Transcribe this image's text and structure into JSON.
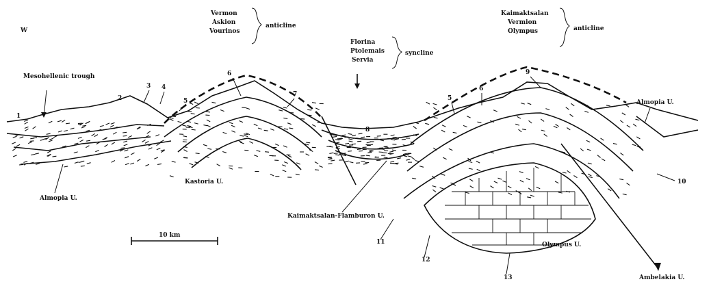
{
  "diagram": {
    "direction": "W",
    "anticline_west": {
      "names": [
        "Vermon",
        "Askion",
        "Vourinos"
      ],
      "type": "anticline"
    },
    "syncline_center": {
      "names": [
        "Florina",
        "Ptolemais",
        "Servia"
      ],
      "type": "syncline"
    },
    "anticline_east": {
      "names": [
        "Kaimaktsalan",
        "Vermion",
        "Olympus"
      ],
      "type": "anticline"
    },
    "units": {
      "mesohellenic": "Mesohellenic trough",
      "almopia_west": "Almopia U.",
      "almopia_east": "Almopia U.",
      "kastoria": "Kastoria U.",
      "kaimaktsalan": "Kaimaktsalan-Flamburon U.",
      "olympus": "Olympus U.",
      "ambelakia": "Ambelakia U."
    },
    "numbers": [
      "1",
      "2",
      "3",
      "4",
      "5",
      "6",
      "7",
      "8",
      "5",
      "6",
      "9",
      "10",
      "11",
      "12",
      "13"
    ],
    "scale_label": "10 km"
  }
}
